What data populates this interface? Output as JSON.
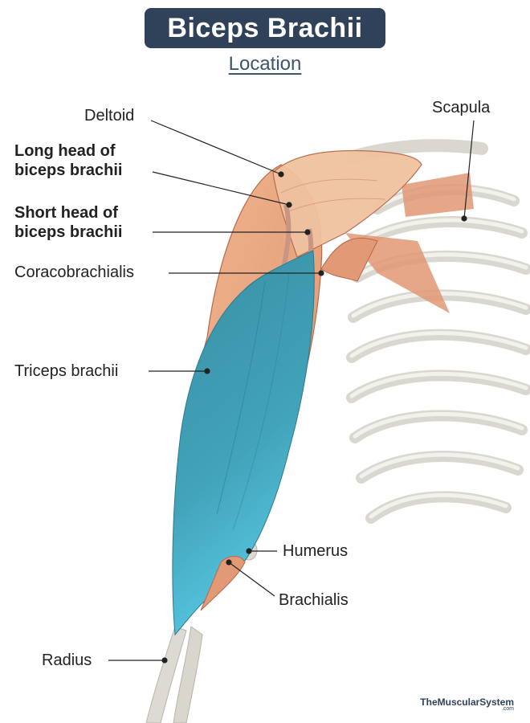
{
  "header": {
    "title": "Biceps Brachii",
    "subtitle": "Location"
  },
  "labels": {
    "deltoid": "Deltoid",
    "scapula": "Scapula",
    "long_head_line1": "Long head of",
    "long_head_line2": "biceps brachii",
    "short_head_line1": "Short head of",
    "short_head_line2": "biceps brachii",
    "coracobrachialis": "Coracobrachialis",
    "triceps": "Triceps brachii",
    "humerus": "Humerus",
    "brachialis": "Brachialis",
    "radius": "Radius"
  },
  "brand": {
    "name": "TheMuscularSystem",
    "suffix": ".com"
  },
  "colors": {
    "title_bg": "#2f4259",
    "biceps": "#3f9fb3",
    "muscle": "#e6a07c",
    "bone": "#dcdad2"
  }
}
